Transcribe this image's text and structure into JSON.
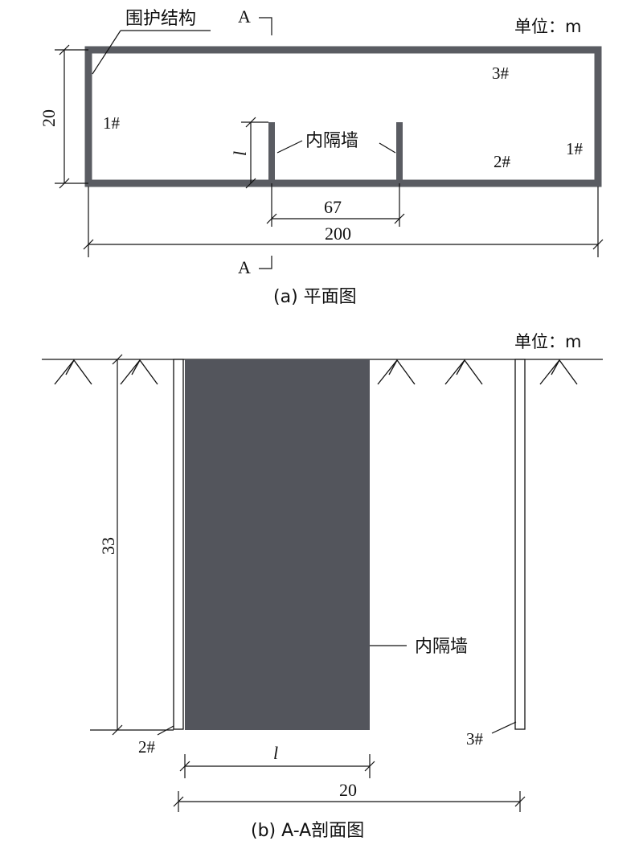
{
  "plan": {
    "unit_label": "单位：m",
    "section_mark_top": "A",
    "section_mark_bottom": "A",
    "label_enclosure": "围护结构",
    "label_inner_wall": "内隔墙",
    "label_1_left": "1#",
    "label_1_right": "1#",
    "label_2": "2#",
    "label_3": "3#",
    "dim_height": "20",
    "dim_l": "l",
    "dim_67": "67",
    "dim_200": "200",
    "caption": "(a) 平面图"
  },
  "section": {
    "unit_label": "单位：m",
    "label_inner_wall": "内隔墙",
    "label_2": "2#",
    "label_3": "3#",
    "dim_depth": "33",
    "dim_l": "l",
    "dim_20": "20",
    "caption": "(b) A-A剖面图"
  },
  "colors": {
    "wall": "#5a5c62",
    "inner_wall": "#53555c"
  }
}
